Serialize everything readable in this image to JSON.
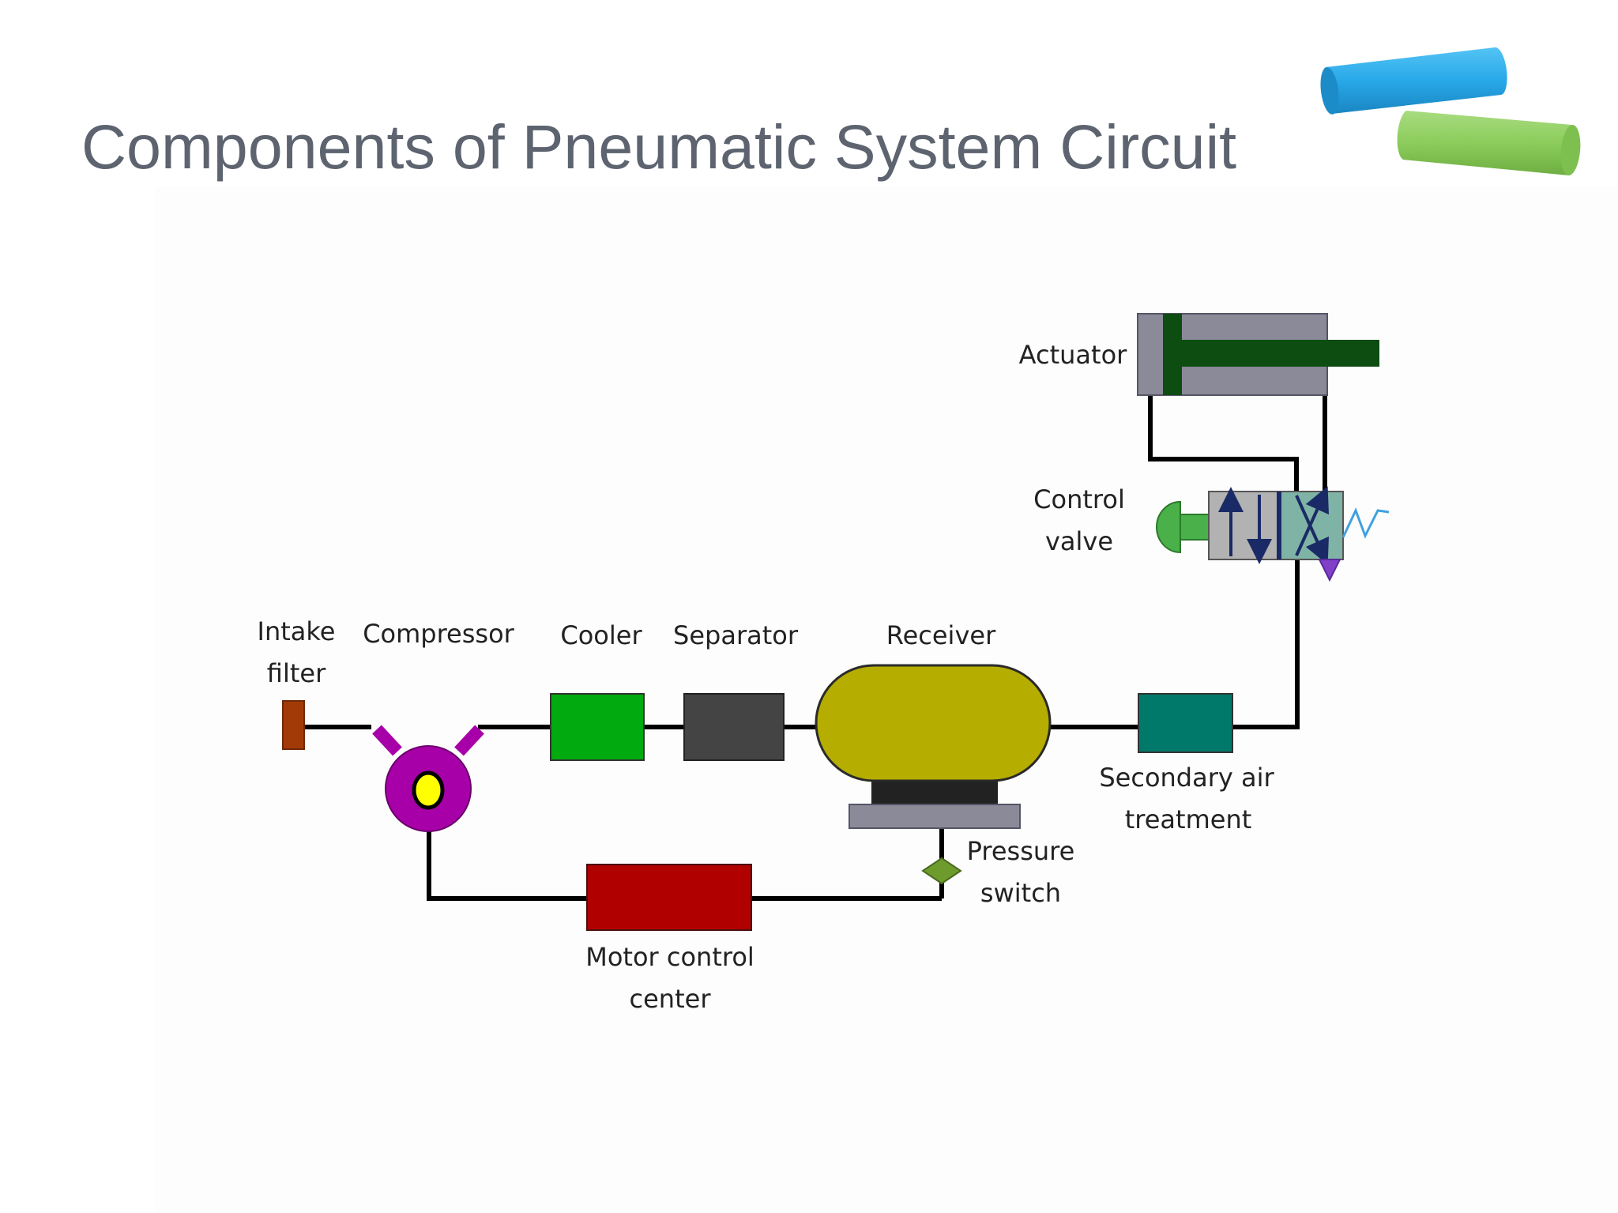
{
  "slide": {
    "title": "Components of Pneumatic System Circuit"
  },
  "diagram": {
    "labels": {
      "intake_filter": [
        "Intake",
        "filter"
      ],
      "compressor": "Compressor",
      "cooler": "Cooler",
      "separator": "Separator",
      "receiver": "Receiver",
      "actuator": "Actuator",
      "control_valve": [
        "Control",
        "valve"
      ],
      "secondary_air_treatment": [
        "Secondary air",
        "treatment"
      ],
      "pressure_switch": [
        "Pressure",
        "switch"
      ],
      "motor_control_center": [
        "Motor control",
        "center"
      ]
    }
  },
  "colors": {
    "title": "#5d6470",
    "intake_filter": "#a23a08",
    "compressor": "#a800a8",
    "compressor_core": "#ffff00",
    "cooler": "#00aa0f",
    "separator": "#444444",
    "receiver": "#b5ad00",
    "receiver_base": "#222222",
    "receiver_plate": "#8a8a99",
    "actuator_barrel": "#8a8a99",
    "actuator_rod": "#0d4d12",
    "control_valve_left": "#b2b2b2",
    "control_valve_right": "#7fb3a6",
    "control_valve_button": "#4ab04a",
    "secondary_air_treatment": "#00796b",
    "pressure_switch": "#6e9c2c",
    "motor_control_center": "#b00000",
    "valve_arrow": "#1a2a66",
    "spring": "#3fa0e0",
    "exhaust": "#8040c8",
    "chalk_blue": "#28a8e8",
    "chalk_green": "#8ccc5c"
  }
}
